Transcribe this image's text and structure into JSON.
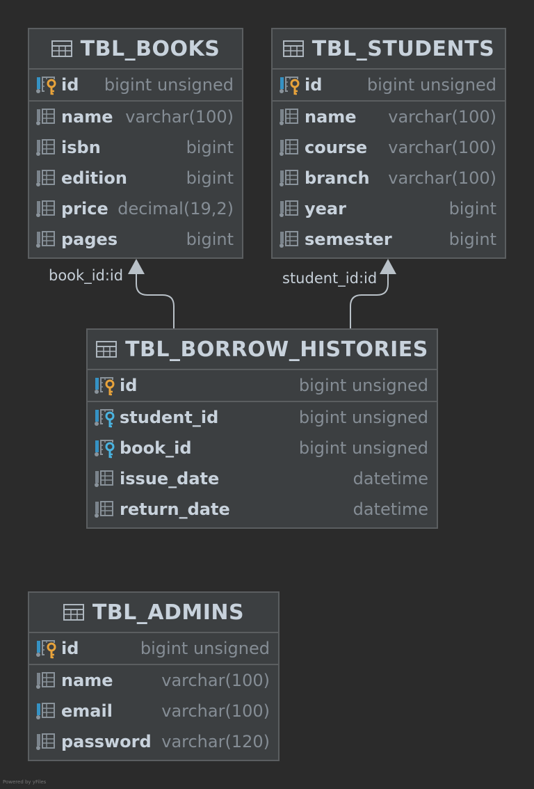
{
  "tables": {
    "books": {
      "title": "TBL_BOOKS",
      "columns": [
        {
          "name": "id",
          "type": "bigint unsigned",
          "key": "pk"
        },
        {
          "name": "name",
          "type": "varchar(100)",
          "key": "none"
        },
        {
          "name": "isbn",
          "type": "bigint",
          "key": "none"
        },
        {
          "name": "edition",
          "type": "bigint",
          "key": "none"
        },
        {
          "name": "price",
          "type": "decimal(19,2)",
          "key": "none"
        },
        {
          "name": "pages",
          "type": "bigint",
          "key": "none"
        }
      ]
    },
    "students": {
      "title": "TBL_STUDENTS",
      "columns": [
        {
          "name": "id",
          "type": "bigint unsigned",
          "key": "pk"
        },
        {
          "name": "name",
          "type": "varchar(100)",
          "key": "none"
        },
        {
          "name": "course",
          "type": "varchar(100)",
          "key": "none"
        },
        {
          "name": "branch",
          "type": "varchar(100)",
          "key": "none"
        },
        {
          "name": "year",
          "type": "bigint",
          "key": "none"
        },
        {
          "name": "semester",
          "type": "bigint",
          "key": "none"
        }
      ]
    },
    "borrow_histories": {
      "title": "TBL_BORROW_HISTORIES",
      "columns": [
        {
          "name": "id",
          "type": "bigint unsigned",
          "key": "pk"
        },
        {
          "name": "student_id",
          "type": "bigint unsigned",
          "key": "fk"
        },
        {
          "name": "book_id",
          "type": "bigint unsigned",
          "key": "fk"
        },
        {
          "name": "issue_date",
          "type": "datetime",
          "key": "none"
        },
        {
          "name": "return_date",
          "type": "datetime",
          "key": "none"
        }
      ]
    },
    "admins": {
      "title": "TBL_ADMINS",
      "columns": [
        {
          "name": "id",
          "type": "bigint unsigned",
          "key": "pk"
        },
        {
          "name": "name",
          "type": "varchar(100)",
          "key": "none"
        },
        {
          "name": "email",
          "type": "varchar(100)",
          "key": "unique"
        },
        {
          "name": "password",
          "type": "varchar(120)",
          "key": "none"
        }
      ]
    }
  },
  "relations": [
    {
      "label": "book_id:id",
      "from": "borrow_histories",
      "to": "books"
    },
    {
      "label": "student_id:id",
      "from": "borrow_histories",
      "to": "students"
    }
  ],
  "icons": {
    "table": "table-icon",
    "pk": "primary-key-column-icon",
    "fk": "foreign-key-column-icon",
    "column": "column-icon",
    "unique": "indexed-column-icon"
  },
  "colors": {
    "background": "#2b2b2b",
    "table_fill": "#3c3f41",
    "border": "#5b5e60",
    "pk_key": "#e8a33b",
    "fk_key": "#4ab3e0",
    "index_bar": "#3592c4"
  },
  "footer": "Powered by yFiles"
}
